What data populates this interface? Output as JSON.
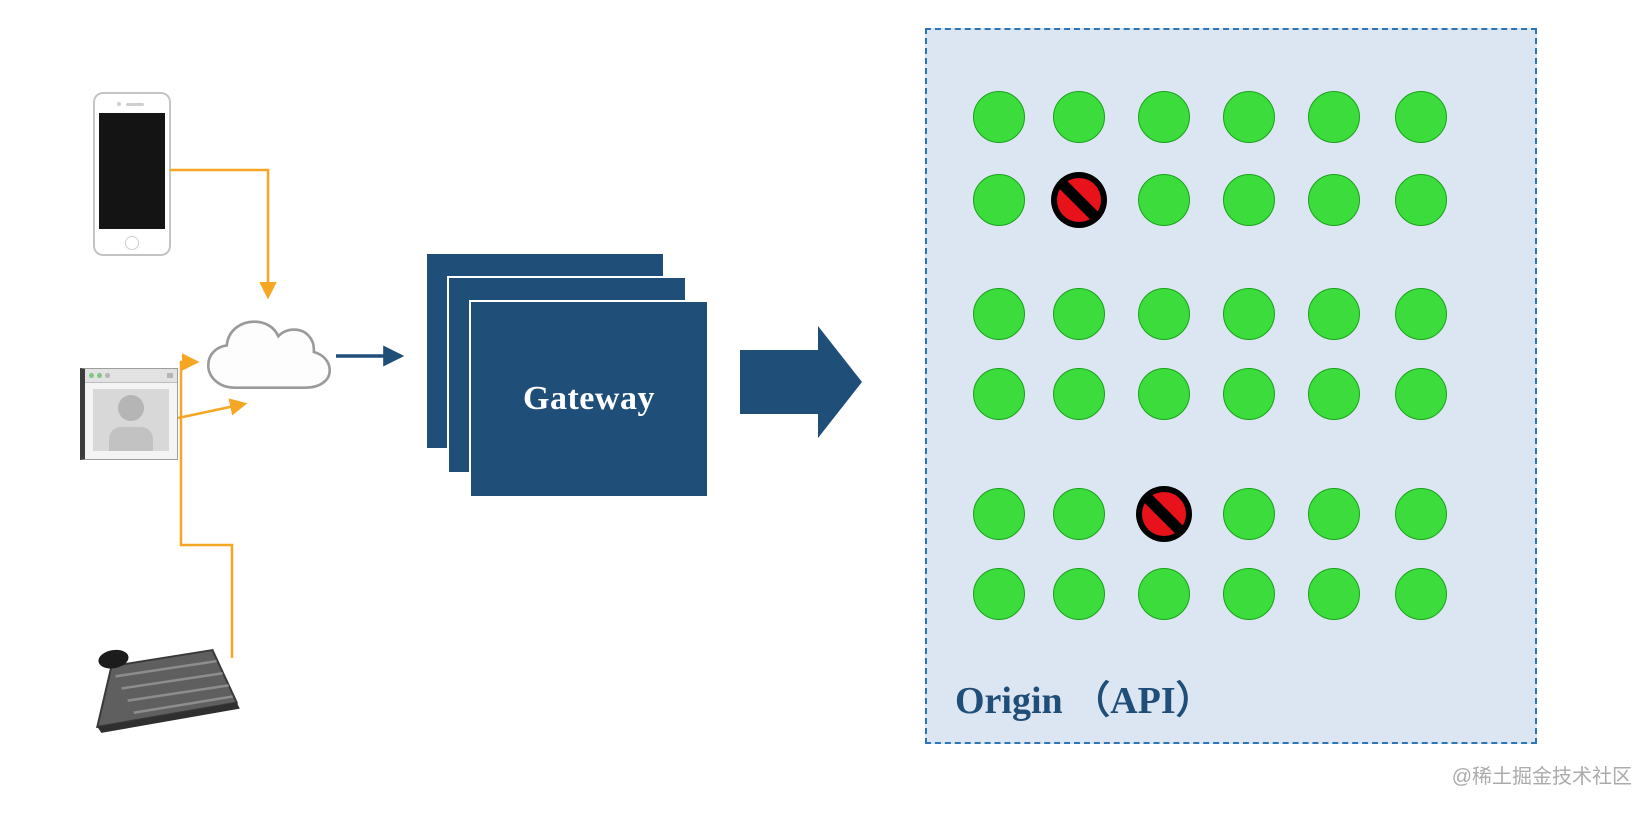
{
  "diagram": {
    "clients": [
      {
        "name": "smartphone"
      },
      {
        "name": "browser-window"
      },
      {
        "name": "keyboard-device"
      }
    ],
    "network": {
      "icon": "cloud-icon"
    },
    "gateway": {
      "label": "Gateway",
      "layers": 3
    },
    "origin": {
      "label": "Origin （API）",
      "grid": {
        "rows": 6,
        "cols": 6,
        "healthy_count": 34,
        "blocked_count": 2,
        "blocked": [
          [
            1,
            1
          ],
          [
            4,
            2
          ]
        ]
      }
    },
    "watermark": "@稀土掘金技术社区",
    "colors": {
      "dark_blue": "#1F4E79",
      "orange": "#F5A623",
      "node_green": "#3DDC3D",
      "node_green_border": "#17A317",
      "origin_fill": "#DCE6F2",
      "origin_border": "#2E75B6",
      "blocked_red": "#E8121A"
    }
  }
}
